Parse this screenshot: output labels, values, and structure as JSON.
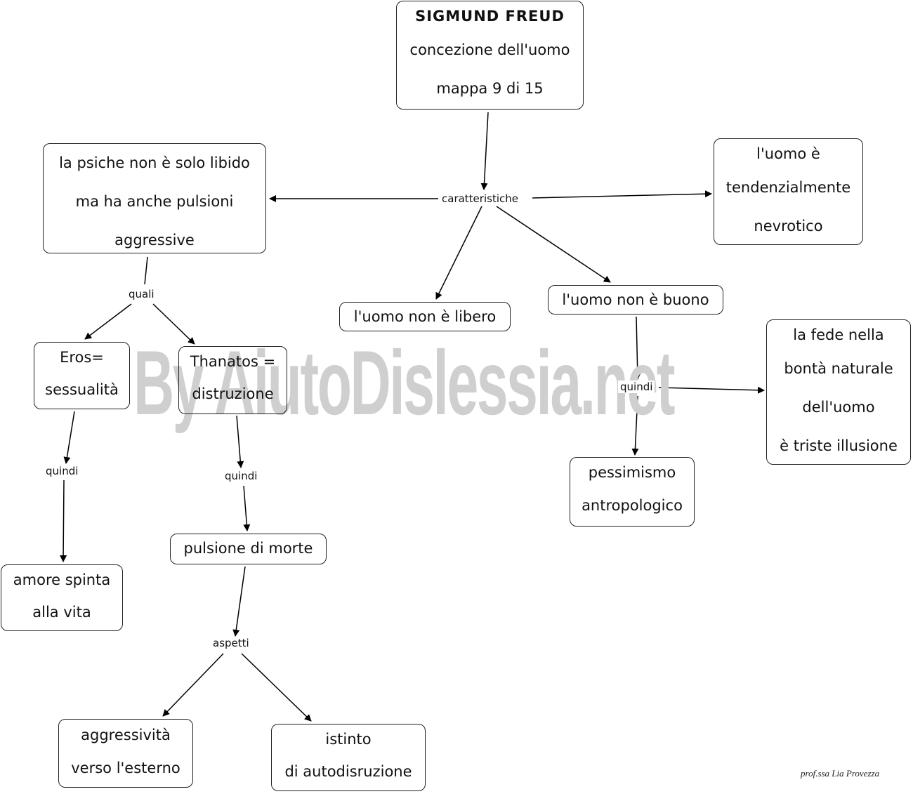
{
  "nodes": {
    "title": {
      "l1": "SIGMUND  FREUD",
      "l2": "concezione dell'uomo",
      "l3": "mappa 9 di 15"
    },
    "psiche": {
      "l1": "la psiche non è solo libido",
      "l2": "ma ha anche pulsioni",
      "l3": "aggressive"
    },
    "nevrotico": {
      "l1": "l'uomo è",
      "l2": "tendenzialmente",
      "l3": "nevrotico"
    },
    "non_libero": {
      "l1": "l'uomo non è libero"
    },
    "non_buono": {
      "l1": "l'uomo non è buono"
    },
    "eros": {
      "l1": "Eros=",
      "l2": "sessualità"
    },
    "thanatos": {
      "l1": "Thanatos =",
      "l2": "distruzione"
    },
    "fede": {
      "l1": "la fede nella",
      "l2": "bontà naturale",
      "l3": "dell'uomo",
      "l4": "è triste illusione"
    },
    "pessimismo": {
      "l1": "pessimismo",
      "l2": "antropologico"
    },
    "amore": {
      "l1": "amore spinta",
      "l2": "alla vita"
    },
    "pulsione": {
      "l1": "pulsione di morte"
    },
    "aggressivita": {
      "l1": "aggressività",
      "l2": "verso l'esterno"
    },
    "istinto": {
      "l1": "istinto",
      "l2": "di autodisruzione"
    }
  },
  "links": {
    "caratteristiche": "caratteristiche",
    "quali": "quali",
    "quindi_eros": "quindi",
    "quindi_thanatos": "quindi",
    "quindi_buono": "quindi",
    "aspetti": "aspetti"
  },
  "watermark": "By AiutoDislessia.net",
  "credit": "prof.ssa Lia Provezza",
  "colors": {
    "border": "#222222",
    "edge": "#000000",
    "watermark": "#cfcfcf"
  }
}
